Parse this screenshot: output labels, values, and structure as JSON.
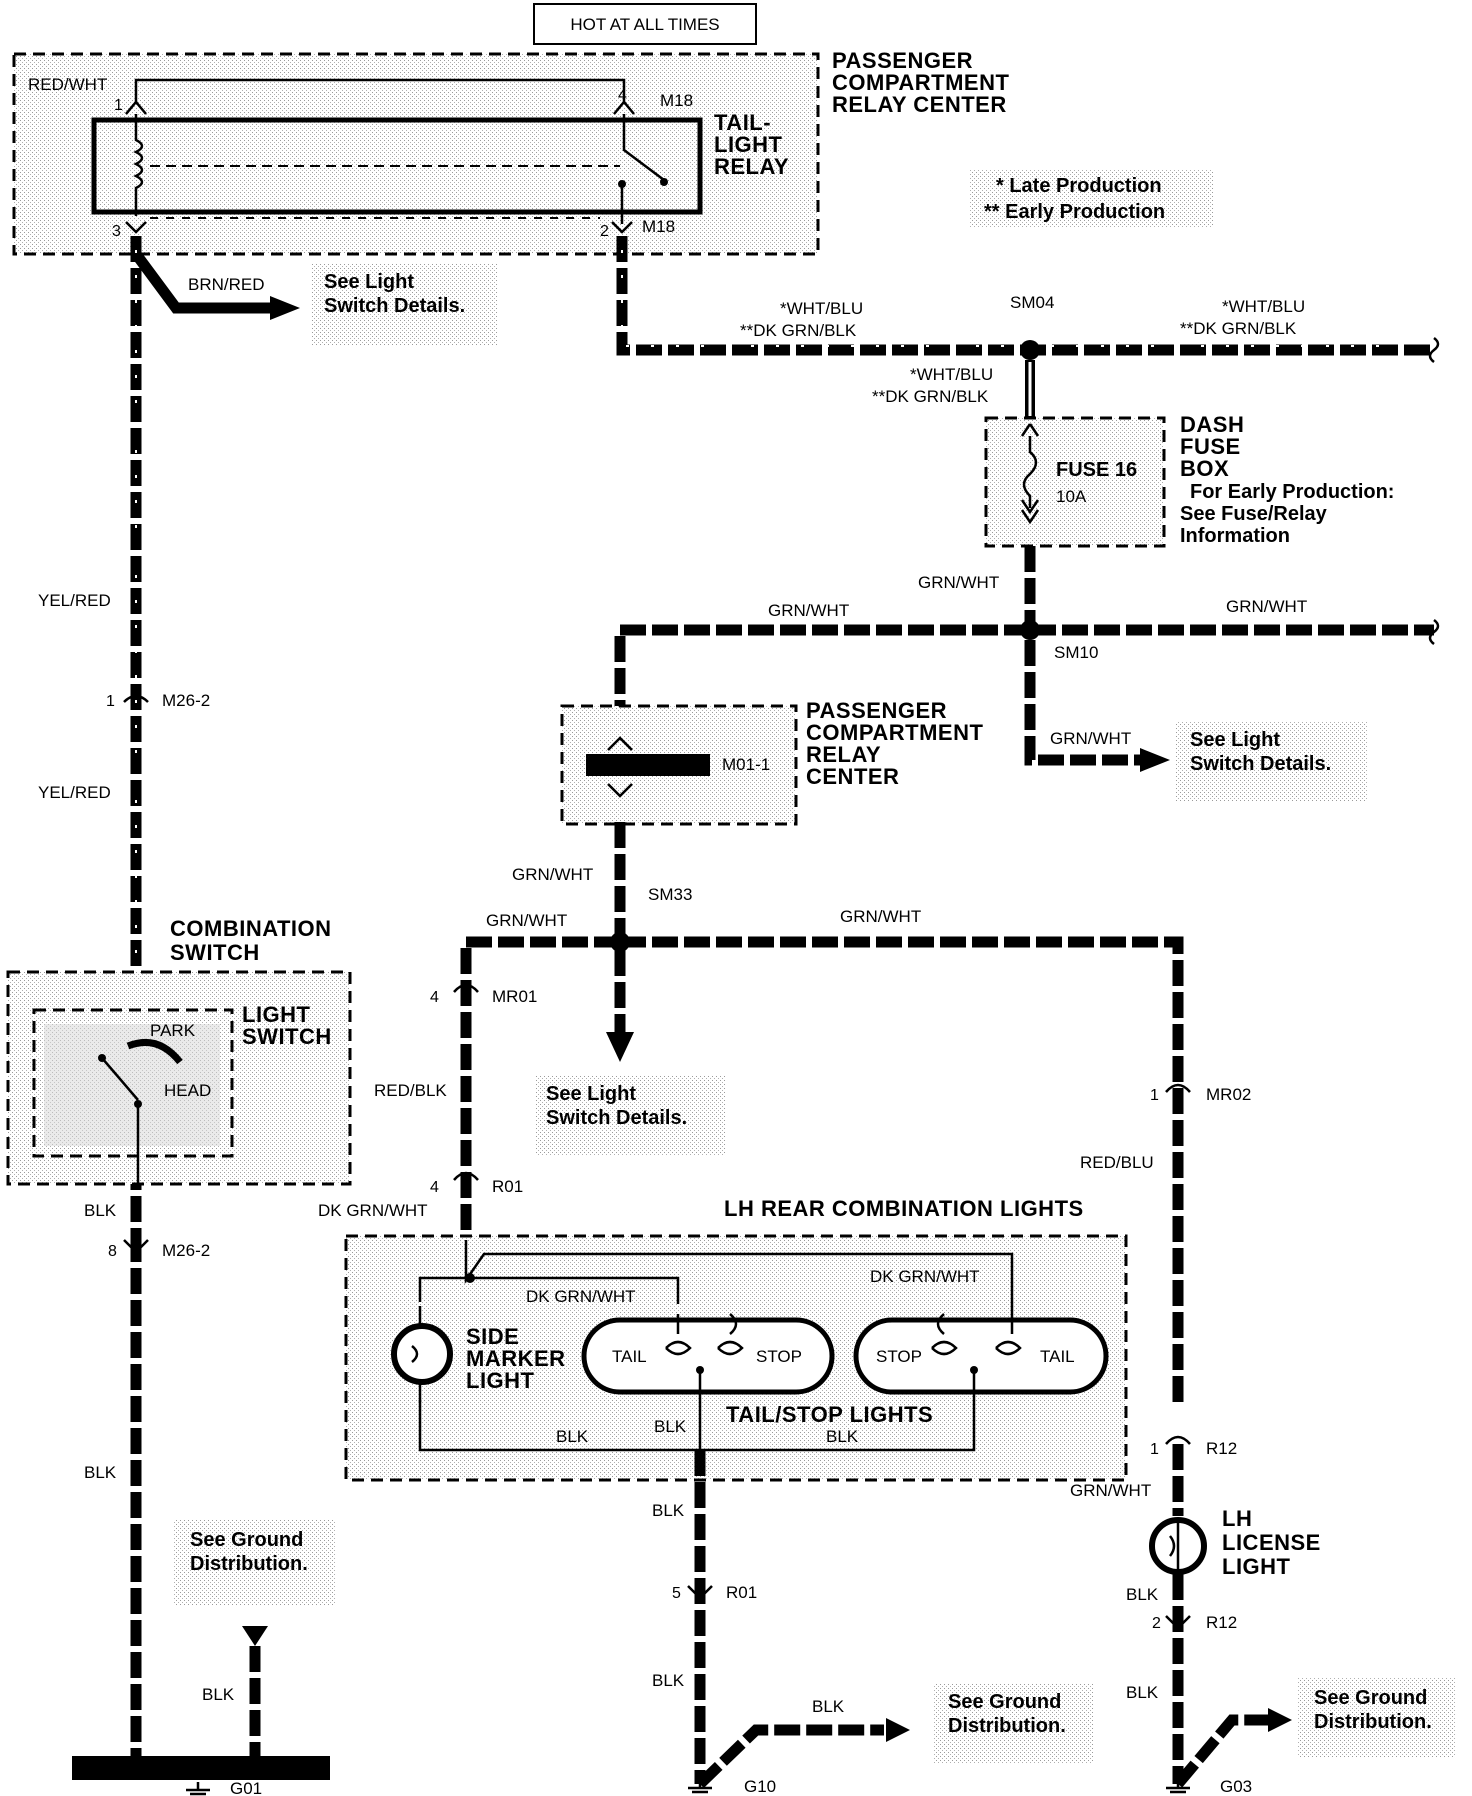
{
  "top": {
    "hot_label": "HOT AT ALL TIMES"
  },
  "relay_center_top": {
    "title_lines": [
      "PASSENGER",
      "COMPARTMENT",
      "RELAY CENTER"
    ],
    "relay_lines": [
      "TAIL-",
      "LIGHT",
      "RELAY"
    ],
    "connector": "M18",
    "pins": {
      "p1": "1",
      "p2": "2",
      "p3": "3",
      "p4": "4"
    },
    "input_wire": "RED/WHT"
  },
  "production_notes": {
    "late": "* Late Production",
    "early": "** Early Production"
  },
  "wires": {
    "brn_red": "BRN/RED",
    "wht_blu": "*WHT/BLU",
    "dk_grn_blk": "**DK GRN/BLK",
    "grn_wht": "GRN/WHT",
    "yel_red": "YEL/RED",
    "red_blk": "RED/BLK",
    "red_blu": "RED/BLU",
    "dk_grn_wht": "DK GRN/WHT",
    "blk": "BLK"
  },
  "splices": {
    "sm04": "SM04",
    "sm10": "SM10",
    "sm33": "SM33"
  },
  "see_light_switch": [
    "See Light",
    "Switch Details."
  ],
  "see_ground": [
    "See Ground",
    "Distribution."
  ],
  "dash_fuse_box": {
    "title_lines": [
      "DASH",
      "FUSE",
      "BOX"
    ],
    "note_lines": [
      "For Early Production:",
      "See Fuse/Relay",
      "Information"
    ],
    "fuse": "FUSE 16",
    "rating": "10A"
  },
  "relay_center_mid": {
    "title_lines": [
      "PASSENGER",
      "COMPARTMENT",
      "RELAY",
      "CENTER"
    ],
    "connector": "M01-1"
  },
  "combination_switch": {
    "title_lines": [
      "COMBINATION",
      "SWITCH"
    ],
    "light_switch_lines": [
      "LIGHT",
      "SWITCH"
    ],
    "park": "PARK",
    "head": "HEAD"
  },
  "connectors": {
    "m26_2": "M26-2",
    "mr01": "MR01",
    "mr02": "MR02",
    "r01": "R01",
    "r12": "R12",
    "pin1": "1",
    "pin2": "2",
    "pin4": "4",
    "pin5": "5",
    "pin8": "8"
  },
  "rear_lights": {
    "title": "LH REAR COMBINATION LIGHTS",
    "side_marker_lines": [
      "SIDE",
      "MARKER",
      "LIGHT"
    ],
    "tail": "TAIL",
    "stop": "STOP",
    "tail_stop": "TAIL/STOP LIGHTS"
  },
  "license_light": {
    "title_lines": [
      "LH",
      "LICENSE",
      "LIGHT"
    ]
  },
  "grounds": {
    "g01": "G01",
    "g10": "G10",
    "g03": "G03"
  }
}
